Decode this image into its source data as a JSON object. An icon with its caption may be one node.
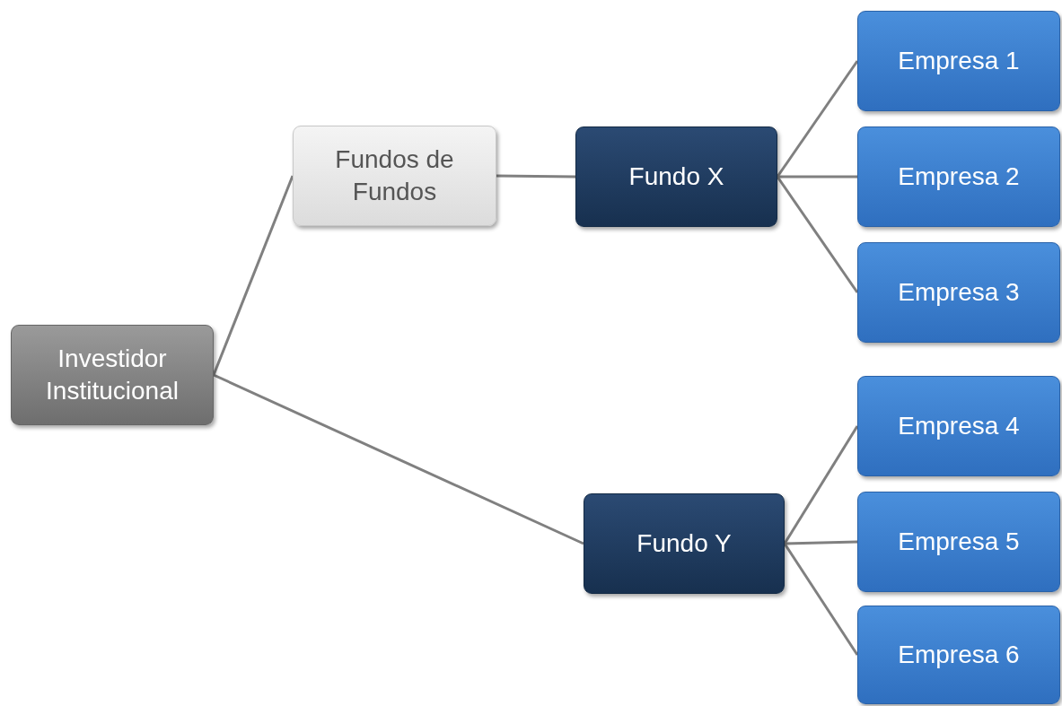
{
  "diagram": {
    "nodes": [
      {
        "text": [
          "Investidor Institucional"
        ]
      },
      {
        "text": [
          "Fundos de Fundos"
        ]
      },
      {
        "text": [
          "Fundo X"
        ]
      },
      {
        "text": [
          "Fundo Y"
        ]
      },
      {
        "text": [
          "Empresa 1"
        ]
      },
      {
        "text": [
          "Empresa 2"
        ]
      },
      {
        "text": [
          "Empresa 3"
        ]
      },
      {
        "text": [
          "Empresa 4"
        ]
      },
      {
        "text": [
          "Empresa 5"
        ]
      },
      {
        "text": [
          "Empresa 6"
        ]
      }
    ],
    "edges": [
      {
        "from": 0,
        "to": 1,
        "arrow": "none"
      },
      {
        "from": 0,
        "to": 3,
        "arrow": "none"
      },
      {
        "from": 1,
        "to": 2,
        "arrow": "none"
      },
      {
        "from": 2,
        "to": 4,
        "arrow": "none"
      },
      {
        "from": 2,
        "to": 5,
        "arrow": "none"
      },
      {
        "from": 2,
        "to": 6,
        "arrow": "none"
      },
      {
        "from": 3,
        "to": 7,
        "arrow": "none"
      },
      {
        "from": 3,
        "to": 8,
        "arrow": "none"
      },
      {
        "from": 3,
        "to": 9,
        "arrow": "none"
      }
    ]
  }
}
